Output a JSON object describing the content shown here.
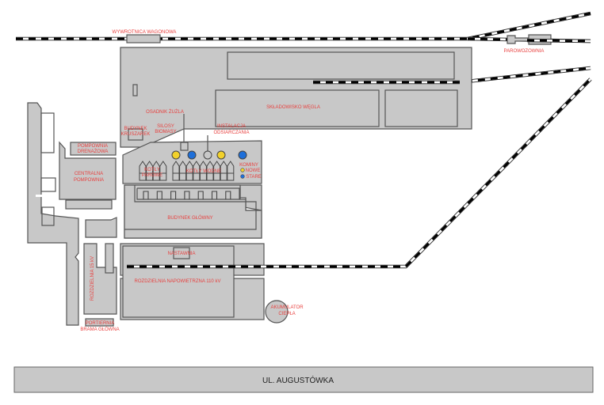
{
  "labels": {
    "wywrotnica": "WYWROTNICA WAGONOWA",
    "parowozownia": "PAROWOZOWNIA",
    "skladowisko": "SKŁADOWISKO WĘGLA",
    "osadnik_1": "OSADNIK ŻUŻLA",
    "kruszarki_1": "BUDYNEK",
    "kruszarki_2": "KRUSZAREK",
    "silosy_1": "SILOSY",
    "silosy_2": "BIOMASY",
    "instalacja_1": "INSTALACJA",
    "instalacja_2": "ODSIARCZANIA",
    "kotly_parowe_1": "KOTŁY",
    "kotly_parowe_2": "PAROWE",
    "kotly_wodne": "KOTŁY WODNE",
    "kominy": "KOMINY",
    "kominy_nowe": "NOWE",
    "kominy_stare": "STARE",
    "pompownia_drenazowa_1": "POMPOWNIA",
    "pompownia_drenazowa_2": "DRENAŻOWA",
    "centralna_1": "CENTRALNA",
    "centralna_2": "POMPOWNIA",
    "budynek_glowny": "BUDYNEK GŁÓWNY",
    "nastawnia": "NASTAWNIA",
    "rozdzielnia_110": "ROZDZIELNIA NAPOWIETRZNA 110 kV",
    "rozdzielnia_15": "ROZDZIELNIA 15 kV",
    "akumulator_1": "AKUMULATOR",
    "akumulator_2": "CIEPŁA",
    "portiernia_1": "PORTIERNIA",
    "portiernia_2": "BRAMA GŁÓWNA",
    "street": "UL. AUGUSTÓWKA"
  },
  "colors": {
    "label": "#e8413f",
    "building": "#c8c8c8",
    "chimney_new": "#f2d12b",
    "chimney_old": "#1e6fd9",
    "chimney_desulf": "#c8c8c8"
  }
}
